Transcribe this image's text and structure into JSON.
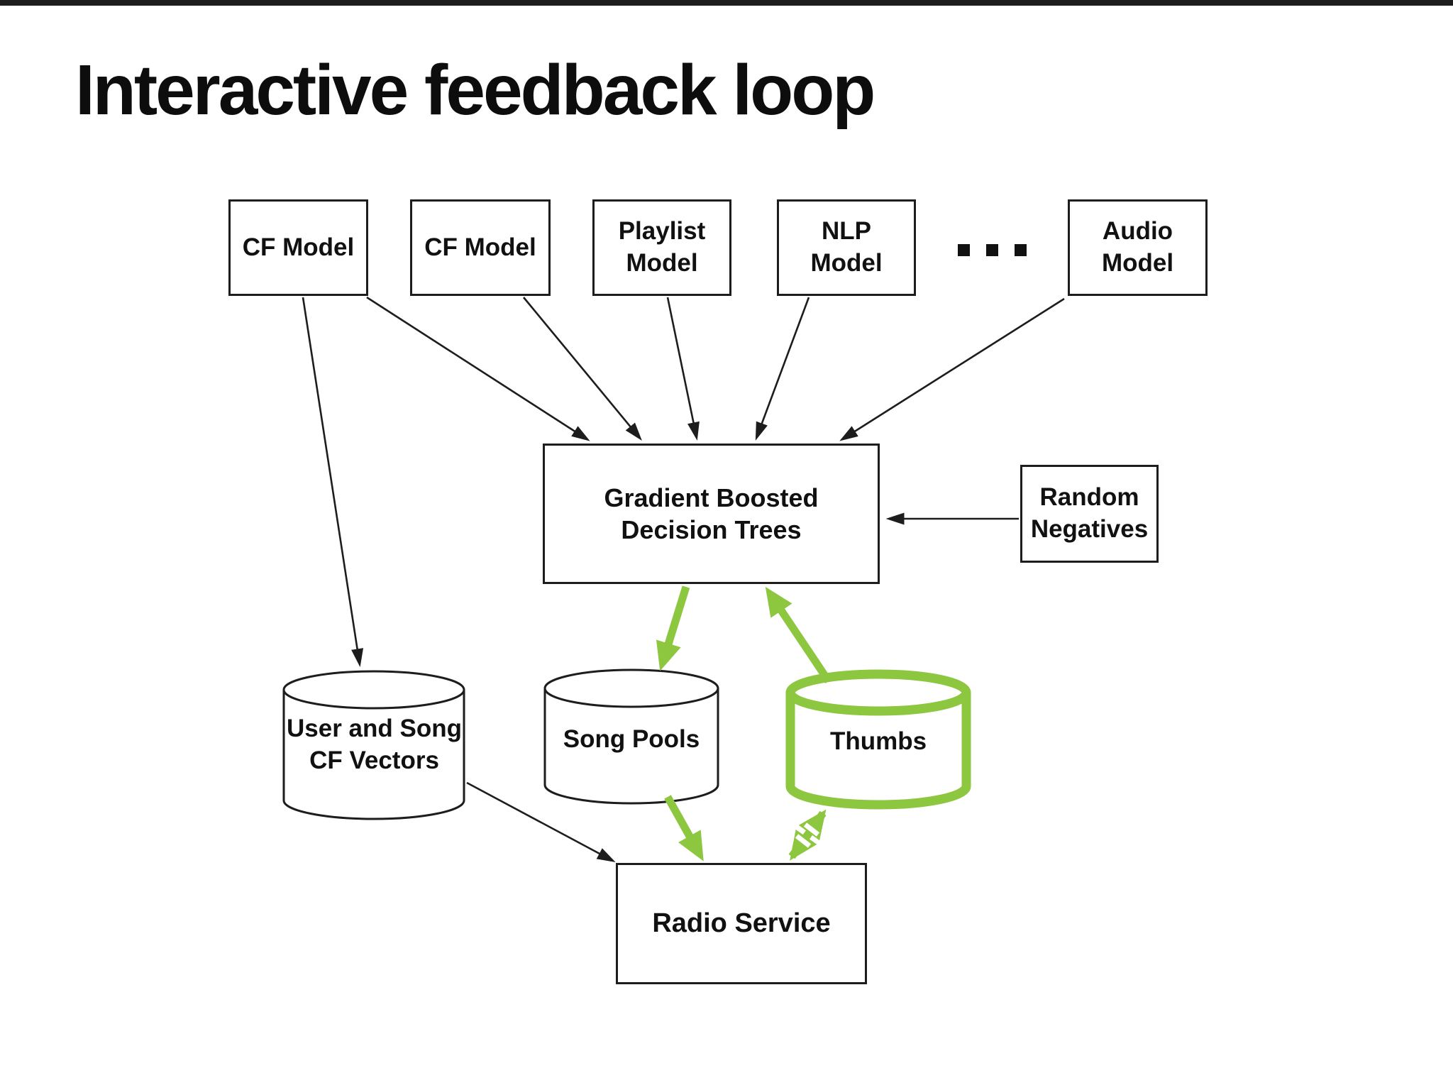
{
  "title": "Interactive feedback loop",
  "colors": {
    "ink": "#1d1d1d",
    "green": "#8DC63F",
    "background": "#ffffff"
  },
  "nodes": {
    "cf_model_1": {
      "label": "CF Model"
    },
    "cf_model_2": {
      "label": "CF Model"
    },
    "playlist_model": {
      "label": "Playlist\nModel"
    },
    "nlp_model": {
      "label": "NLP\nModel"
    },
    "ellipsis": {
      "label": "..."
    },
    "audio_model": {
      "label": "Audio\nModel"
    },
    "gbdt": {
      "label": "Gradient Boosted\nDecision Trees"
    },
    "random_negatives": {
      "label": "Random\nNegatives"
    },
    "cf_vectors": {
      "label": "User and Song\nCF Vectors"
    },
    "song_pools": {
      "label": "Song Pools"
    },
    "thumbs": {
      "label": "Thumbs"
    },
    "radio_service": {
      "label": "Radio Service"
    }
  },
  "edges": [
    {
      "from": "CF Model (1)",
      "to": "User and Song CF Vectors",
      "color": "black"
    },
    {
      "from": "CF Model (1)",
      "to": "Gradient Boosted Decision Trees",
      "color": "black"
    },
    {
      "from": "CF Model (2)",
      "to": "Gradient Boosted Decision Trees",
      "color": "black"
    },
    {
      "from": "Playlist Model",
      "to": "Gradient Boosted Decision Trees",
      "color": "black"
    },
    {
      "from": "NLP Model",
      "to": "Gradient Boosted Decision Trees",
      "color": "black"
    },
    {
      "from": "Audio Model",
      "to": "Gradient Boosted Decision Trees",
      "color": "black"
    },
    {
      "from": "Random Negatives",
      "to": "Gradient Boosted Decision Trees",
      "color": "black"
    },
    {
      "from": "Gradient Boosted Decision Trees",
      "to": "Song Pools",
      "color": "green"
    },
    {
      "from": "Thumbs",
      "to": "Gradient Boosted Decision Trees",
      "color": "green"
    },
    {
      "from": "User and Song CF Vectors",
      "to": "Radio Service",
      "color": "black"
    },
    {
      "from": "Song Pools",
      "to": "Radio Service",
      "color": "green"
    },
    {
      "from": "Thumbs",
      "to": "Radio Service",
      "color": "green",
      "bidirectional": true
    }
  ]
}
